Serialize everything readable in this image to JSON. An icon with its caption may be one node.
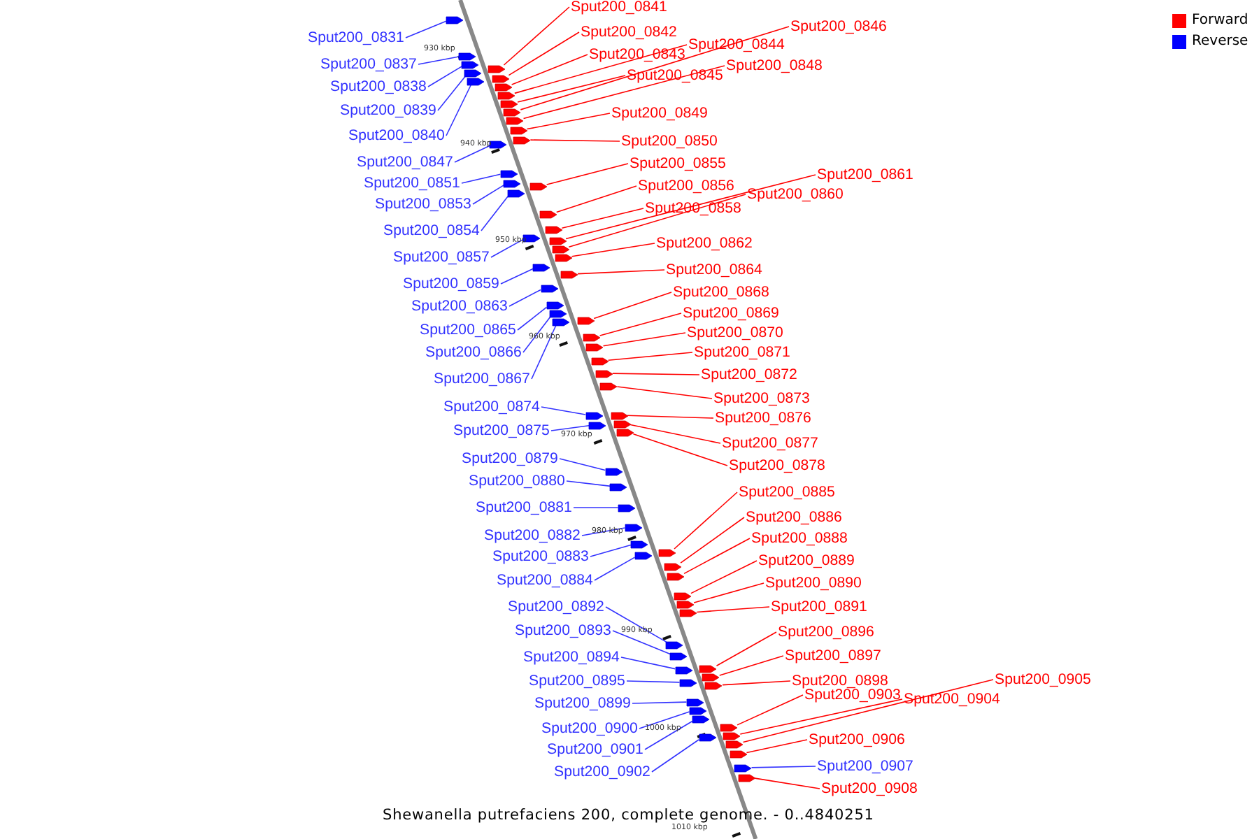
{
  "diagram": {
    "caption": "Shewanella putrefaciens 200, complete genome. - 0..4840251",
    "nodes": [
      {
        "text": [
          "Sput200_0831"
        ]
      },
      {
        "text": [
          "Sput200_0837"
        ]
      },
      {
        "text": [
          "Sput200_0838"
        ]
      },
      {
        "text": [
          "Sput200_0839"
        ]
      },
      {
        "text": [
          "Sput200_0840"
        ]
      },
      {
        "text": [
          "Sput200_0841"
        ]
      },
      {
        "text": [
          "Sput200_0842"
        ]
      },
      {
        "text": [
          "Sput200_0843"
        ]
      },
      {
        "text": [
          "Sput200_0844"
        ]
      },
      {
        "text": [
          "Sput200_0845"
        ]
      },
      {
        "text": [
          "Sput200_0846"
        ]
      },
      {
        "text": [
          "Sput200_0847"
        ]
      },
      {
        "text": [
          "Sput200_0848"
        ]
      },
      {
        "text": [
          "Sput200_0849"
        ]
      },
      {
        "text": [
          "Sput200_0850"
        ]
      },
      {
        "text": [
          "Sput200_0851"
        ]
      },
      {
        "text": [
          "Sput200_0853"
        ]
      },
      {
        "text": [
          "Sput200_0854"
        ]
      },
      {
        "text": [
          "Sput200_0855"
        ]
      },
      {
        "text": [
          "Sput200_0856"
        ]
      },
      {
        "text": [
          "Sput200_0857"
        ]
      },
      {
        "text": [
          "Sput200_0858"
        ]
      },
      {
        "text": [
          "Sput200_0859"
        ]
      },
      {
        "text": [
          "Sput200_0860"
        ]
      },
      {
        "text": [
          "Sput200_0861"
        ]
      },
      {
        "text": [
          "Sput200_0862"
        ]
      },
      {
        "text": [
          "Sput200_0863"
        ]
      },
      {
        "text": [
          "Sput200_0864"
        ]
      },
      {
        "text": [
          "Sput200_0865"
        ]
      },
      {
        "text": [
          "Sput200_0866"
        ]
      },
      {
        "text": [
          "Sput200_0867"
        ]
      },
      {
        "text": [
          "Sput200_0868"
        ]
      },
      {
        "text": [
          "Sput200_0869"
        ]
      },
      {
        "text": [
          "Sput200_0870"
        ]
      },
      {
        "text": [
          "Sput200_0871"
        ]
      },
      {
        "text": [
          "Sput200_0872"
        ]
      },
      {
        "text": [
          "Sput200_0873"
        ]
      },
      {
        "text": [
          "Sput200_0874"
        ]
      },
      {
        "text": [
          "Sput200_0875"
        ]
      },
      {
        "text": [
          "Sput200_0876"
        ]
      },
      {
        "text": [
          "Sput200_0877"
        ]
      },
      {
        "text": [
          "Sput200_0878"
        ]
      },
      {
        "text": [
          "Sput200_0879"
        ]
      },
      {
        "text": [
          "Sput200_0880"
        ]
      },
      {
        "text": [
          "Sput200_0881"
        ]
      },
      {
        "text": [
          "Sput200_0882"
        ]
      },
      {
        "text": [
          "Sput200_0883"
        ]
      },
      {
        "text": [
          "Sput200_0884"
        ]
      },
      {
        "text": [
          "Sput200_0885"
        ]
      },
      {
        "text": [
          "Sput200_0886"
        ]
      },
      {
        "text": [
          "Sput200_0888"
        ]
      },
      {
        "text": [
          "Sput200_0889"
        ]
      },
      {
        "text": [
          "Sput200_0890"
        ]
      },
      {
        "text": [
          "Sput200_0891"
        ]
      },
      {
        "text": [
          "Sput200_0892"
        ]
      },
      {
        "text": [
          "Sput200_0893"
        ]
      },
      {
        "text": [
          "Sput200_0894"
        ]
      },
      {
        "text": [
          "Sput200_0895"
        ]
      },
      {
        "text": [
          "Sput200_0896"
        ]
      },
      {
        "text": [
          "Sput200_0897"
        ]
      },
      {
        "text": [
          "Sput200_0898"
        ]
      },
      {
        "text": [
          "Sput200_0899"
        ]
      },
      {
        "text": [
          "Sput200_0900"
        ]
      },
      {
        "text": [
          "Sput200_0901"
        ]
      },
      {
        "text": [
          "Sput200_0902"
        ]
      },
      {
        "text": [
          "Sput200_0903"
        ]
      },
      {
        "text": [
          "Sput200_0904"
        ]
      },
      {
        "text": [
          "Sput200_0905"
        ]
      },
      {
        "text": [
          "Sput200_0906"
        ]
      },
      {
        "text": [
          "Sput200_0907"
        ]
      },
      {
        "text": [
          "Sput200_0908"
        ]
      },
      {
        "text": [],
        "shape": "arrow"
      },
      {
        "text": [],
        "shape": "arrow"
      },
      {
        "text": [],
        "shape": "arrow"
      },
      {
        "text": [],
        "shape": "arrow"
      },
      {
        "text": [],
        "shape": "arrow"
      },
      {
        "text": [],
        "shape": "arrow"
      },
      {
        "text": [],
        "shape": "arrow"
      },
      {
        "text": [],
        "shape": "arrow"
      },
      {
        "text": [],
        "shape": "arrow"
      },
      {
        "text": [],
        "shape": "arrow"
      },
      {
        "text": [],
        "shape": "arrow"
      },
      {
        "text": [],
        "shape": "arrow"
      },
      {
        "text": [],
        "shape": "arrow"
      },
      {
        "text": [],
        "shape": "arrow"
      },
      {
        "text": [],
        "shape": "arrow"
      },
      {
        "text": [],
        "shape": "arrow"
      },
      {
        "text": [],
        "shape": "arrow"
      },
      {
        "text": [],
        "shape": "arrow"
      },
      {
        "text": [],
        "shape": "arrow"
      },
      {
        "text": [],
        "shape": "arrow"
      },
      {
        "text": [],
        "shape": "arrow"
      },
      {
        "text": [],
        "shape": "arrow"
      },
      {
        "text": [],
        "shape": "arrow"
      },
      {
        "text": [],
        "shape": "arrow"
      },
      {
        "text": [],
        "shape": "arrow"
      },
      {
        "text": [],
        "shape": "arrow"
      },
      {
        "text": [],
        "shape": "arrow"
      },
      {
        "text": [],
        "shape": "arrow"
      },
      {
        "text": [],
        "shape": "arrow"
      },
      {
        "text": [],
        "shape": "arrow"
      },
      {
        "text": [],
        "shape": "arrow"
      },
      {
        "text": [],
        "shape": "arrow"
      },
      {
        "text": [],
        "shape": "arrow"
      },
      {
        "text": [],
        "shape": "arrow"
      },
      {
        "text": [],
        "shape": "arrow"
      },
      {
        "text": [],
        "shape": "arrow"
      },
      {
        "text": [],
        "shape": "arrow"
      },
      {
        "text": [],
        "shape": "arrow"
      },
      {
        "text": [],
        "shape": "arrow"
      },
      {
        "text": [],
        "shape": "arrow"
      },
      {
        "text": [],
        "shape": "arrow"
      },
      {
        "text": [],
        "shape": "arrow"
      },
      {
        "text": [],
        "shape": "arrow"
      },
      {
        "text": [],
        "shape": "arrow"
      },
      {
        "text": [],
        "shape": "arrow"
      },
      {
        "text": [],
        "shape": "arrow"
      },
      {
        "text": [],
        "shape": "arrow"
      },
      {
        "text": [],
        "shape": "arrow"
      },
      {
        "text": [],
        "shape": "arrow"
      },
      {
        "text": [],
        "shape": "arrow"
      },
      {
        "text": [],
        "shape": "arrow"
      },
      {
        "text": [],
        "shape": "arrow"
      },
      {
        "text": [],
        "shape": "arrow"
      },
      {
        "text": [],
        "shape": "arrow"
      },
      {
        "text": [],
        "shape": "arrow"
      },
      {
        "text": [],
        "shape": "arrow"
      },
      {
        "text": [],
        "shape": "arrow"
      },
      {
        "text": [],
        "shape": "arrow"
      },
      {
        "text": [],
        "shape": "arrow"
      },
      {
        "text": [],
        "shape": "arrow"
      },
      {
        "text": [],
        "shape": "arrow"
      },
      {
        "text": [],
        "shape": "arrow"
      },
      {
        "text": [],
        "shape": "arrow"
      },
      {
        "text": [],
        "shape": "arrow"
      },
      {
        "text": [],
        "shape": "arrow"
      },
      {
        "text": [],
        "shape": "arrow"
      },
      {
        "text": [],
        "shape": "arrow"
      },
      {
        "text": [],
        "shape": "arrow"
      },
      {
        "text": [],
        "shape": "arrow"
      },
      {
        "text": [],
        "shape": "arrow"
      },
      {
        "text": [],
        "shape": "arrow"
      }
    ],
    "edges": [
      {
        "from": 0,
        "to": 71,
        "arrow": "none",
        "color": "#3333ff"
      },
      {
        "from": 1,
        "to": 72,
        "arrow": "none",
        "color": "#3333ff"
      },
      {
        "from": 2,
        "to": 73,
        "arrow": "none",
        "color": "#3333ff"
      },
      {
        "from": 3,
        "to": 74,
        "arrow": "none",
        "color": "#3333ff"
      },
      {
        "from": 4,
        "to": 75,
        "arrow": "none",
        "color": "#3333ff"
      },
      {
        "from": 5,
        "to": 76,
        "arrow": "none"
      },
      {
        "from": 6,
        "to": 77,
        "arrow": "none"
      },
      {
        "from": 7,
        "to": 78,
        "arrow": "none"
      },
      {
        "from": 8,
        "to": 79,
        "arrow": "none"
      },
      {
        "from": 9,
        "to": 80,
        "arrow": "none"
      },
      {
        "from": 10,
        "to": 81,
        "arrow": "none"
      },
      {
        "from": 11,
        "to": 82,
        "arrow": "none",
        "color": "#3333ff"
      },
      {
        "from": 12,
        "to": 83,
        "arrow": "none"
      },
      {
        "from": 13,
        "to": 84,
        "arrow": "none"
      },
      {
        "from": 14,
        "to": 85,
        "arrow": "none"
      },
      {
        "from": 15,
        "to": 86,
        "arrow": "none",
        "color": "#3333ff"
      },
      {
        "from": 16,
        "to": 87,
        "arrow": "none",
        "color": "#3333ff"
      },
      {
        "from": 17,
        "to": 88,
        "arrow": "none",
        "color": "#3333ff"
      },
      {
        "from": 18,
        "to": 89,
        "arrow": "none"
      },
      {
        "from": 19,
        "to": 90,
        "arrow": "none"
      },
      {
        "from": 20,
        "to": 91,
        "arrow": "none",
        "color": "#3333ff"
      },
      {
        "from": 21,
        "to": 92,
        "arrow": "none"
      },
      {
        "from": 22,
        "to": 93,
        "arrow": "none",
        "color": "#3333ff"
      },
      {
        "from": 23,
        "to": 94,
        "arrow": "none"
      },
      {
        "from": 24,
        "to": 95,
        "arrow": "none"
      },
      {
        "from": 25,
        "to": 96,
        "arrow": "none"
      },
      {
        "from": 26,
        "to": 97,
        "arrow": "none",
        "color": "#3333ff"
      },
      {
        "from": 27,
        "to": 98,
        "arrow": "none"
      },
      {
        "from": 28,
        "to": 99,
        "arrow": "none",
        "color": "#3333ff"
      },
      {
        "from": 29,
        "to": 100,
        "arrow": "none",
        "color": "#3333ff"
      },
      {
        "from": 30,
        "to": 101,
        "arrow": "none",
        "color": "#3333ff"
      },
      {
        "from": 31,
        "to": 102,
        "arrow": "none"
      },
      {
        "from": 32,
        "to": 103,
        "arrow": "none"
      },
      {
        "from": 33,
        "to": 104,
        "arrow": "none"
      },
      {
        "from": 34,
        "to": 105,
        "arrow": "none"
      },
      {
        "from": 35,
        "to": 106,
        "arrow": "none"
      },
      {
        "from": 36,
        "to": 107,
        "arrow": "none"
      },
      {
        "from": 37,
        "to": 108,
        "arrow": "none",
        "color": "#3333ff"
      },
      {
        "from": 38,
        "to": 109,
        "arrow": "none",
        "color": "#3333ff"
      },
      {
        "from": 39,
        "to": 110,
        "arrow": "none"
      },
      {
        "from": 40,
        "to": 111,
        "arrow": "none"
      },
      {
        "from": 41,
        "to": 112,
        "arrow": "none"
      },
      {
        "from": 42,
        "to": 113,
        "arrow": "none",
        "color": "#3333ff"
      },
      {
        "from": 43,
        "to": 114,
        "arrow": "none",
        "color": "#3333ff"
      },
      {
        "from": 44,
        "to": 115,
        "arrow": "none",
        "color": "#3333ff"
      },
      {
        "from": 45,
        "to": 116,
        "arrow": "none",
        "color": "#3333ff"
      },
      {
        "from": 46,
        "to": 117,
        "arrow": "none",
        "color": "#3333ff"
      },
      {
        "from": 47,
        "to": 118,
        "arrow": "none",
        "color": "#3333ff"
      },
      {
        "from": 48,
        "to": 119,
        "arrow": "none"
      },
      {
        "from": 49,
        "to": 120,
        "arrow": "none"
      },
      {
        "from": 50,
        "to": 121,
        "arrow": "none"
      },
      {
        "from": 51,
        "to": 122,
        "arrow": "none"
      },
      {
        "from": 52,
        "to": 123,
        "arrow": "none"
      },
      {
        "from": 53,
        "to": 124,
        "arrow": "none"
      },
      {
        "from": 54,
        "to": 125,
        "arrow": "none",
        "color": "#3333ff"
      },
      {
        "from": 55,
        "to": 126,
        "arrow": "none",
        "color": "#3333ff"
      },
      {
        "from": 56,
        "to": 127,
        "arrow": "none",
        "color": "#3333ff"
      },
      {
        "from": 57,
        "to": 128,
        "arrow": "none",
        "color": "#3333ff"
      },
      {
        "from": 58,
        "to": 129,
        "arrow": "none"
      },
      {
        "from": 59,
        "to": 130,
        "arrow": "none"
      },
      {
        "from": 60,
        "to": 131,
        "arrow": "none"
      },
      {
        "from": 61,
        "to": 132,
        "arrow": "none",
        "color": "#3333ff"
      },
      {
        "from": 62,
        "to": 133,
        "arrow": "none",
        "color": "#3333ff"
      },
      {
        "from": 63,
        "to": 134,
        "arrow": "none",
        "color": "#3333ff"
      },
      {
        "from": 64,
        "to": 135,
        "arrow": "none",
        "color": "#3333ff"
      },
      {
        "from": 65,
        "to": 136,
        "arrow": "none"
      },
      {
        "from": 66,
        "to": 137,
        "arrow": "none"
      },
      {
        "from": 67,
        "to": 138,
        "arrow": "none"
      },
      {
        "from": 68,
        "to": 139,
        "arrow": "none"
      },
      {
        "from": 69,
        "to": 140,
        "arrow": "none",
        "color": "#3333ff"
      },
      {
        "from": 70,
        "to": 141,
        "arrow": "none"
      }
    ],
    "labels": [
      "930 kbp",
      "940 kbp",
      "950 kbp",
      "960 kbp",
      "970 kbp",
      "980 kbp",
      "990 kbp",
      "1000 kbp",
      "1010 kbp"
    ],
    "legend": [
      {
        "text": "Forward",
        "color": "#ff0000"
      },
      {
        "text": "Reverse",
        "color": "#0000ff"
      }
    ]
  }
}
